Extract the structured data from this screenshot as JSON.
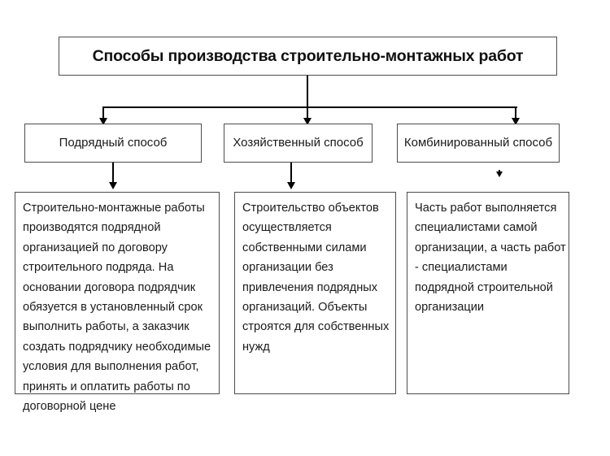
{
  "diagram": {
    "title": "Способы производства строительно-монтажных работ",
    "methods": [
      {
        "label": "Подрядный\nспособ"
      },
      {
        "label": "Хозяйственный\nспособ"
      },
      {
        "label": "Комбинированный\nспособ"
      }
    ],
    "descriptions": [
      {
        "text": "Строительно-монтажные работы производятся подрядной организацией по договору строительного подряда. На основании договора подрядчик обязуется в установленный срок выполнить работы, а заказчик создать подрядчику необходимые условия для выполнения работ, принять и оплатить работы по договорной цене"
      },
      {
        "text": "Строительство объектов осуществляется собственными силами организации без привлечения подрядных организаций. Объекты строятся для собственных нужд"
      },
      {
        "text": "Часть работ выполняется специалистами самой организации, а часть работ - специалистами подрядной строительной организации"
      }
    ],
    "colors": {
      "border": "#4d4d4d",
      "connector": "#000000",
      "text": "#1a1a1a",
      "background": "#ffffff"
    }
  }
}
